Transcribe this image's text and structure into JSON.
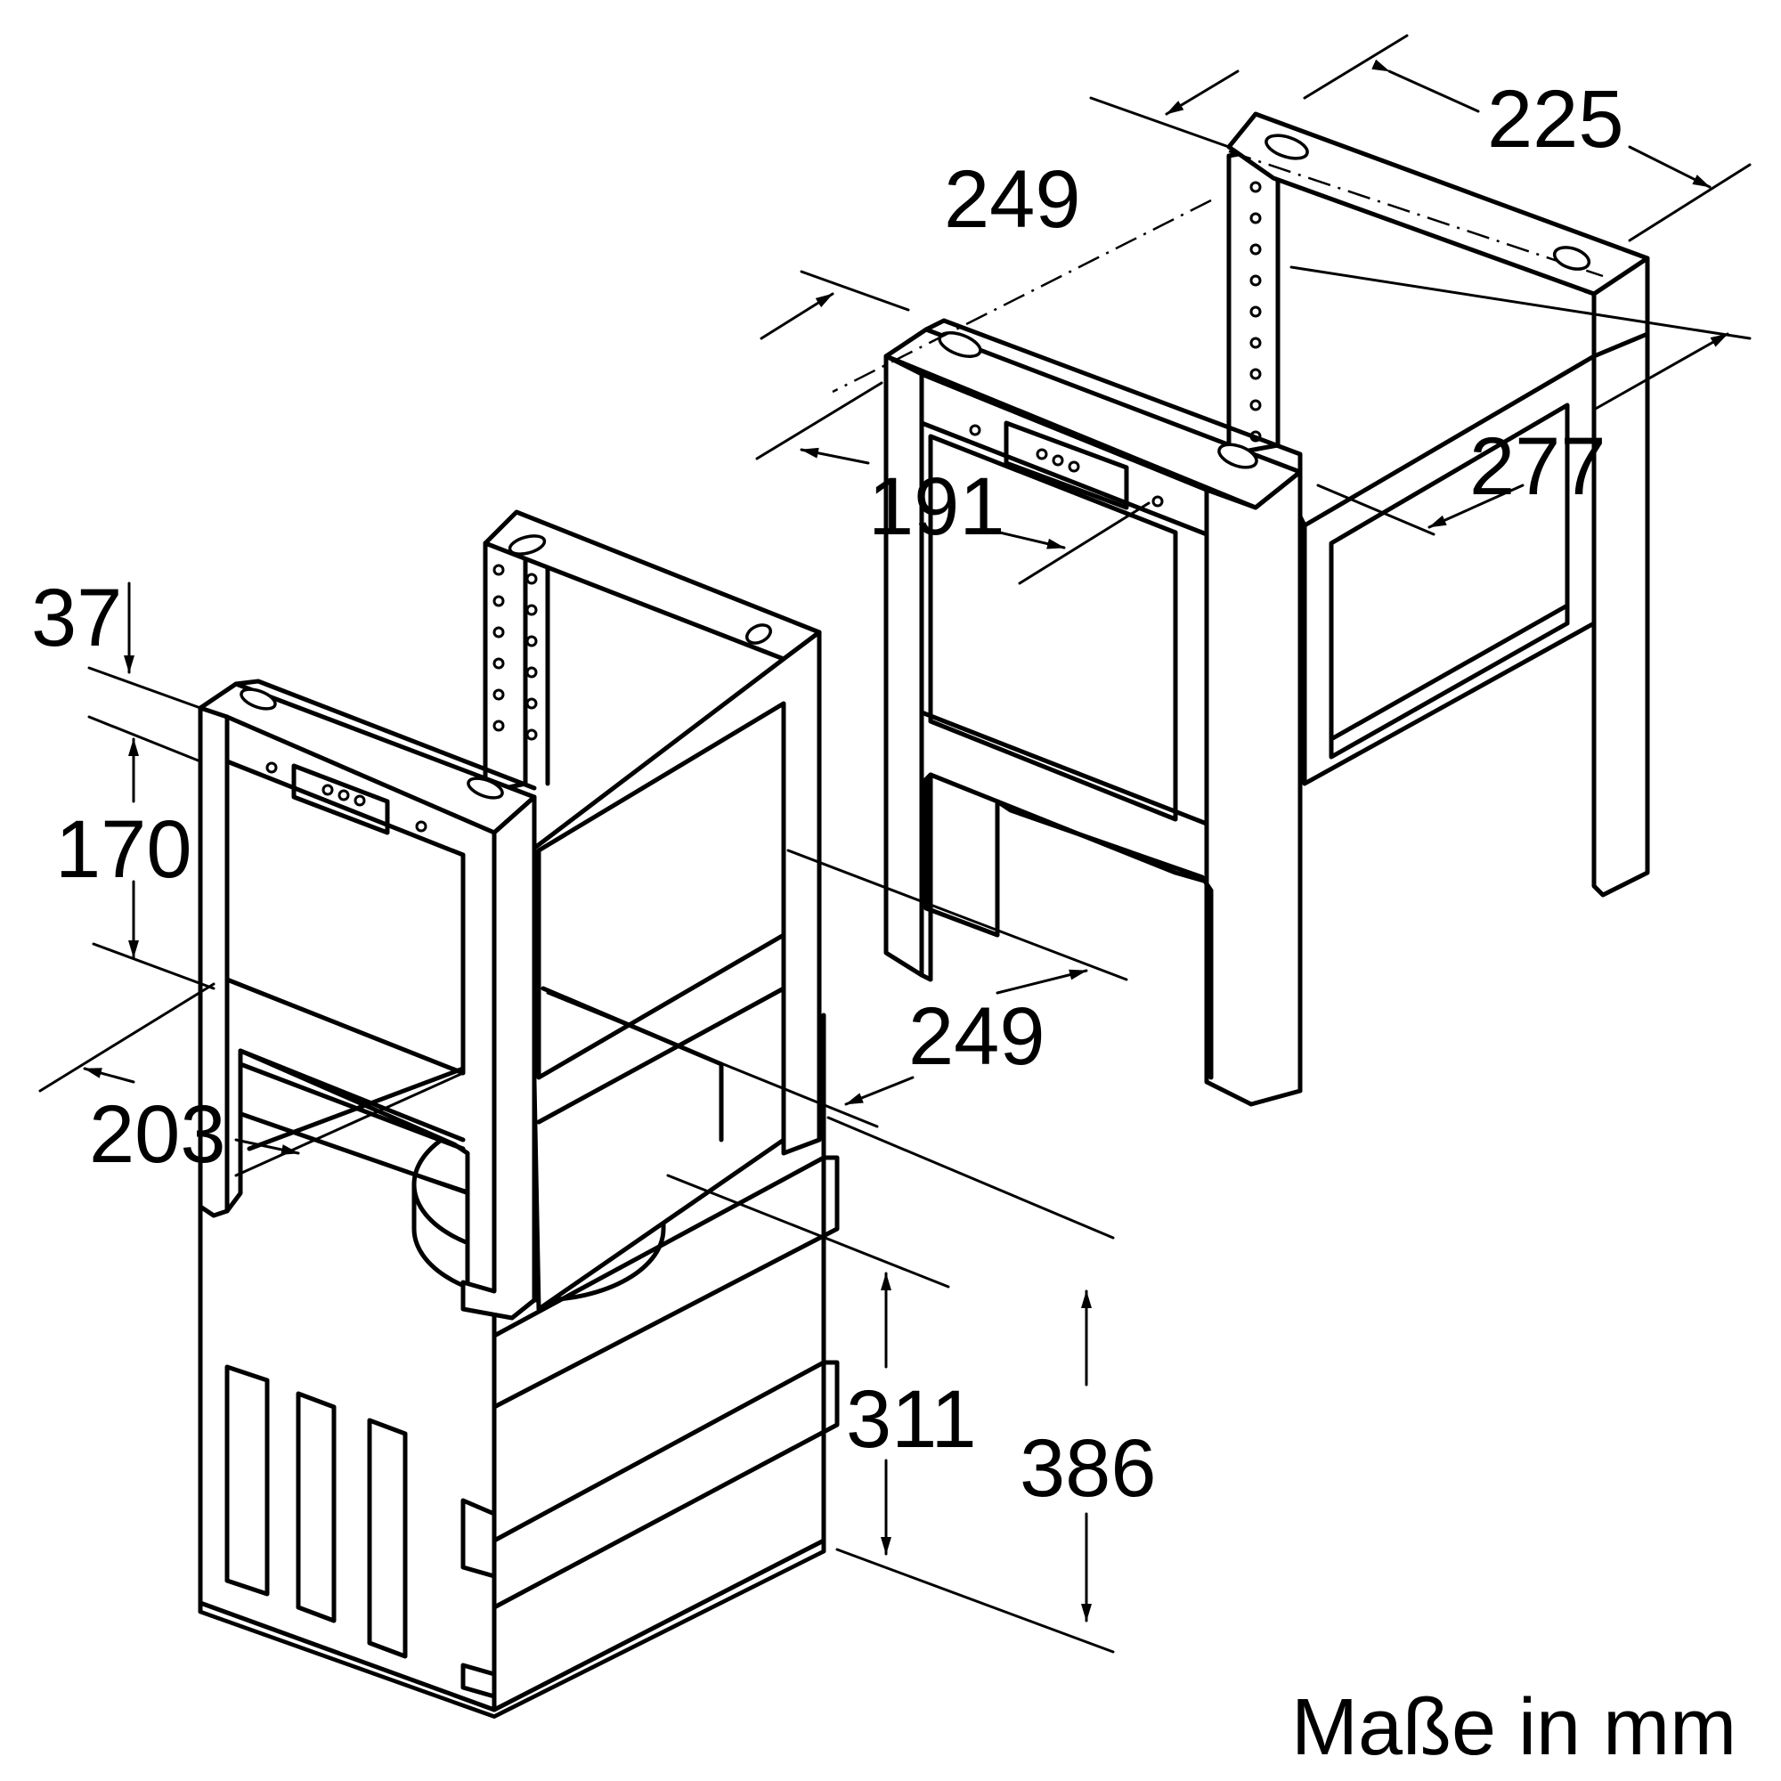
{
  "dimensions": {
    "d225": "225",
    "d249_top": "249",
    "d191": "191",
    "d277": "277",
    "d37": "37",
    "d170": "170",
    "d203": "203",
    "d249_mid": "249",
    "d311": "311",
    "d386": "386"
  },
  "units_label": "Maße in mm"
}
